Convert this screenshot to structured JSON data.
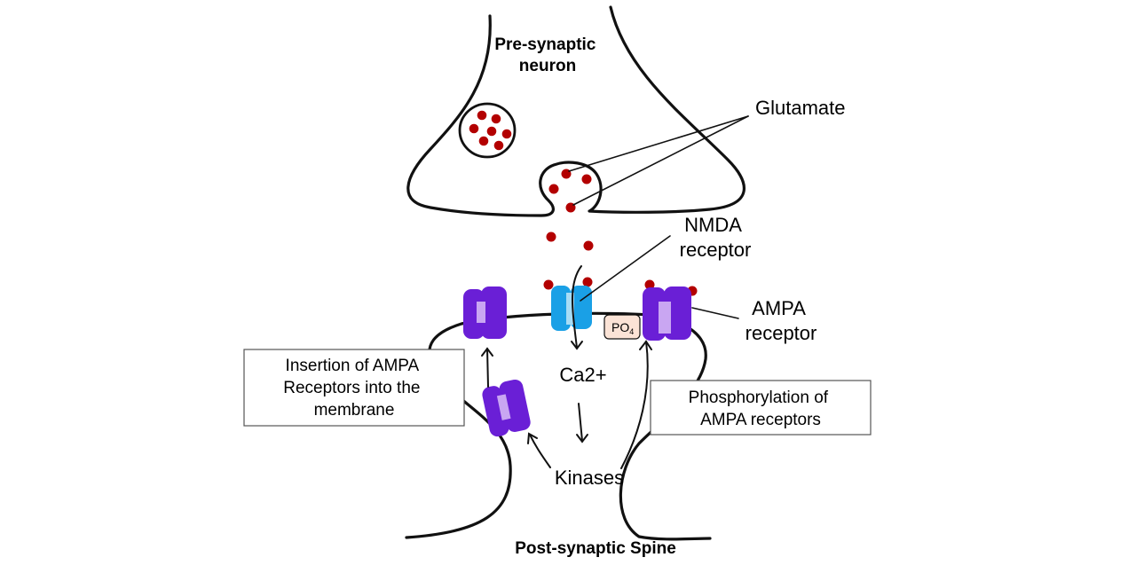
{
  "labels": {
    "presynaptic_line1": "Pre-synaptic",
    "presynaptic_line2": "neuron",
    "glutamate": "Glutamate",
    "nmda_line1": "NMDA",
    "nmda_line2": "receptor",
    "ampa_line1": "AMPA",
    "ampa_line2": "receptor",
    "ca2": "Ca2+",
    "kinases": "Kinases",
    "postsynaptic": "Post-synaptic Spine",
    "po4_main": "PO",
    "po4_sub": "4"
  },
  "boxes": {
    "insertion": [
      "Insertion of AMPA",
      "Receptors into the",
      "membrane"
    ],
    "phosphorylation": [
      "Phosphorylation of",
      "AMPA receptors"
    ]
  },
  "colors": {
    "glutamate": "#b30000",
    "ampa_dark": "#6a1fd6",
    "ampa_light": "#c9a6f2",
    "nmda_dark": "#1aa0e6",
    "nmda_light": "#a8dcf5",
    "po4_fill": "#fbe3d6"
  }
}
